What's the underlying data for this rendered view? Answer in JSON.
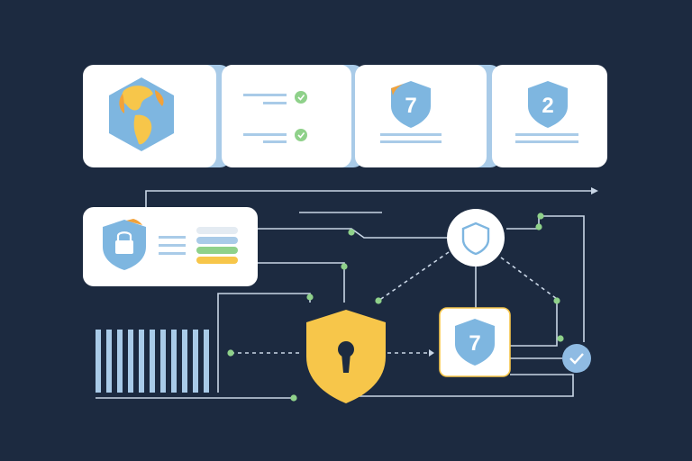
{
  "colors": {
    "background": "#1c2a40",
    "card": "#ffffff",
    "light_blue": "#a9cbe8",
    "shield_blue": "#7eb6e0",
    "yellow": "#f7c64a",
    "orange": "#f2a23a",
    "green": "#8fd18a",
    "line": "#c9d6e6",
    "check_blue": "#8fbbe3"
  },
  "icons": [
    "globe-icon",
    "checkmark-icon",
    "shield-icon",
    "padlock-icon",
    "keyhole-shield-icon",
    "arrow-right-icon"
  ],
  "labels": {
    "card_2_number": "7",
    "card_3_number": "2",
    "node_number": "7"
  }
}
